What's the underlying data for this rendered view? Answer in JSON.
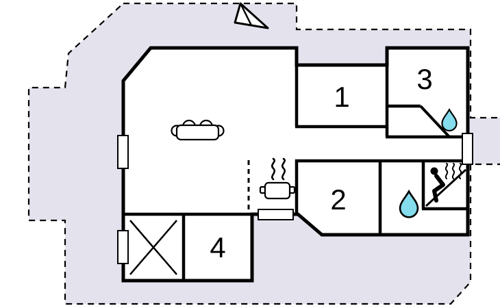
{
  "diagram": {
    "type": "floor-plan",
    "rooms": [
      {
        "label": "1"
      },
      {
        "label": "2"
      },
      {
        "label": "3"
      },
      {
        "label": "4"
      }
    ],
    "colors": {
      "background": "#ffffff",
      "plot_fill": "#e4e3ed",
      "line": "#000000",
      "water_drop": "#84dcec"
    },
    "icons": {
      "north_arrow": "north-arrow",
      "sofa": "sofa-top-view",
      "stove": "stove-pot-with-steam",
      "water_drop_upper": "water-drop",
      "water_drop_lower": "water-drop",
      "sauna": "sauna-person-with-heat-waves",
      "utility": "x-mark",
      "kitchen_divider": "dashed-room-divider"
    }
  }
}
